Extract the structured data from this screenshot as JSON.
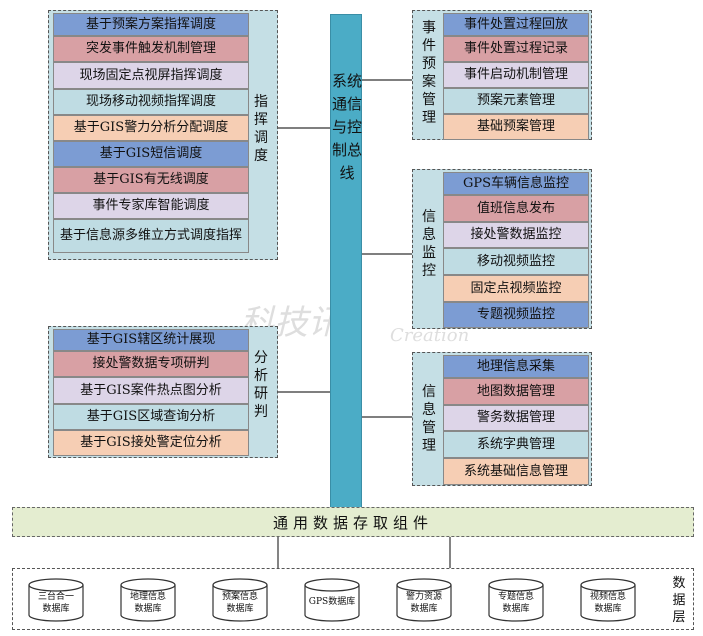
{
  "colors": {
    "blue": "#7c9cd3",
    "red": "#d8a0a4",
    "lavender": "#ddd5e8",
    "lightblue": "#bfdce3",
    "peach": "#f6ceb4",
    "panel": "#c5dfe5",
    "bus": "#4bacc6",
    "generic": "#e4edd0"
  },
  "dispatch": {
    "title": "指挥调度",
    "items": [
      {
        "label": "基于预案方案指挥调度",
        "color": "blue"
      },
      {
        "label": "突发事件触发机制管理",
        "color": "red"
      },
      {
        "label": "现场固定点视屏指挥调度",
        "color": "lavender"
      },
      {
        "label": "现场移动视频指挥调度",
        "color": "lightblue"
      },
      {
        "label": "基于GIS警力分析分配调度",
        "color": "peach"
      },
      {
        "label": "基于GIS短信调度",
        "color": "blue"
      },
      {
        "label": "基于GIS有无线调度",
        "color": "red"
      },
      {
        "label": "事件专家库智能调度",
        "color": "lavender"
      },
      {
        "label": "基于信息源多维立方式调度指挥",
        "color": "lightblue"
      }
    ]
  },
  "analysis": {
    "title": "分析研判",
    "items": [
      {
        "label": "基于GIS辖区统计展现",
        "color": "blue"
      },
      {
        "label": "接处警数据专项研判",
        "color": "red"
      },
      {
        "label": "基于GIS案件热点图分析",
        "color": "lavender"
      },
      {
        "label": "基于GIS区域查询分析",
        "color": "lightblue"
      },
      {
        "label": "基于GIS接处警定位分析",
        "color": "peach"
      }
    ]
  },
  "plan": {
    "title": "事件预案管理",
    "items": [
      {
        "label": "事件处置过程回放",
        "color": "blue"
      },
      {
        "label": "事件处置过程记录",
        "color": "red"
      },
      {
        "label": "事件启动机制管理",
        "color": "lavender"
      },
      {
        "label": "预案元素管理",
        "color": "lightblue"
      },
      {
        "label": "基础预案管理",
        "color": "peach"
      }
    ]
  },
  "monitor": {
    "title": "信息监控",
    "items": [
      {
        "label": "GPS车辆信息监控",
        "color": "blue"
      },
      {
        "label": "值班信息发布",
        "color": "red"
      },
      {
        "label": "接处警数据监控",
        "color": "lavender"
      },
      {
        "label": "移动视频监控",
        "color": "lightblue"
      },
      {
        "label": "固定点视频监控",
        "color": "peach"
      },
      {
        "label": "专题视频监控",
        "color": "blue"
      }
    ]
  },
  "info_mgmt": {
    "title": "信息管理",
    "items": [
      {
        "label": "地理信息采集",
        "color": "blue"
      },
      {
        "label": "地图数据管理",
        "color": "red"
      },
      {
        "label": "警务数据管理",
        "color": "lavender"
      },
      {
        "label": "系统字典管理",
        "color": "lightblue"
      },
      {
        "label": "系统基础信息管理",
        "color": "peach"
      }
    ]
  },
  "bus": {
    "title": "系统通信与控制总线"
  },
  "generic_component": {
    "label": "通用数据存取组件"
  },
  "data_layer": {
    "title": "数据层",
    "databases": [
      {
        "line1": "三台合一",
        "line2": "数据库"
      },
      {
        "line1": "地理信息",
        "line2": "数据库"
      },
      {
        "line1": "预案信息",
        "line2": "数据库"
      },
      {
        "line1": "GPS数据库",
        "line2": ""
      },
      {
        "line1": "警力资源",
        "line2": "数据库"
      },
      {
        "line1": "专题信息",
        "line2": "数据库"
      },
      {
        "line1": "视频信息",
        "line2": "数据库"
      }
    ]
  },
  "watermark": {
    "text1": "科技讯",
    "text2": "Creation"
  }
}
